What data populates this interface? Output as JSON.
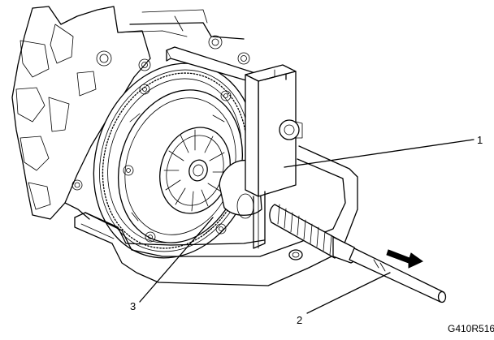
{
  "callouts": {
    "one": "1",
    "two": "2",
    "three": "3"
  },
  "figure_id": "G410R516",
  "colors": {
    "line": "#000000",
    "background": "#ffffff"
  },
  "icons": {
    "direction_arrow": "right-arrow-icon"
  }
}
